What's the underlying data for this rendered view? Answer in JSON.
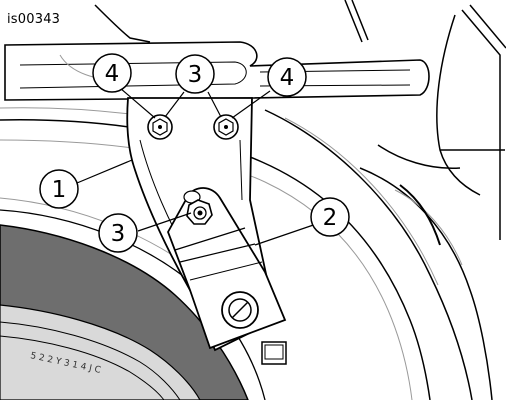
{
  "figure_id": "is00343",
  "callouts": [
    {
      "label": "1",
      "part": "bracket"
    },
    {
      "label": "2",
      "part": "clip"
    },
    {
      "label": "3",
      "part": "nut"
    },
    {
      "label": "3",
      "part": "bolt"
    },
    {
      "label": "4",
      "part": "bolt"
    },
    {
      "label": "4",
      "part": "bolt"
    }
  ],
  "tire_sidewall_text": "5 2 2 Y 3 1 4   J C",
  "colors": {
    "line": "#000000",
    "tire_tread": "#6e6e6e",
    "tire_band": "#d9d9d9",
    "background": "#ffffff",
    "thin_line": "#9a9a9a"
  }
}
